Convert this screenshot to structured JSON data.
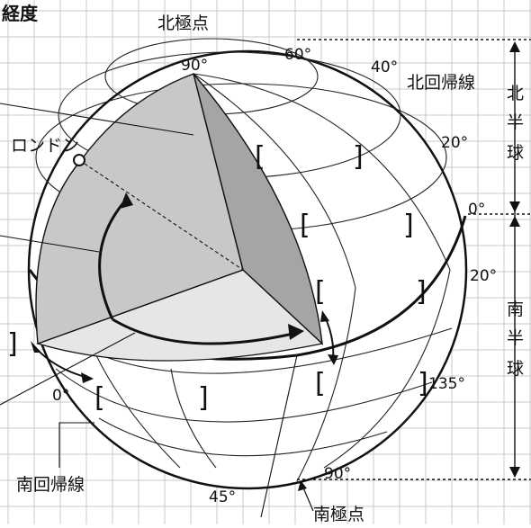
{
  "title": "経度",
  "labels": {
    "north_pole": "北極点",
    "south_pole": "南極点",
    "london": "ロンドン",
    "tropic_of_cancer": "北回帰線",
    "tropic_of_capricorn": "南回帰線"
  },
  "hemispheres": {
    "north": [
      "北",
      "半",
      "球"
    ],
    "south": [
      "南",
      "半",
      "球"
    ]
  },
  "degrees": {
    "lat_90n": "90°",
    "lat_60": "60°",
    "lat_40": "40°",
    "lat_20n": "20°",
    "lat_0": "0°",
    "lat_20s": "20°",
    "lon_0": "0°",
    "lon_45": "45°",
    "lat_90s": "90°",
    "lon_135": "135°"
  },
  "blank_brackets": {
    "open": "[",
    "close": "]"
  },
  "colors": {
    "line": "#111111",
    "face_light": "#c8c8c8",
    "face_dark": "#a5a5a5",
    "face_floor": "#e6e6e6",
    "grid": "#c9c9c9"
  }
}
